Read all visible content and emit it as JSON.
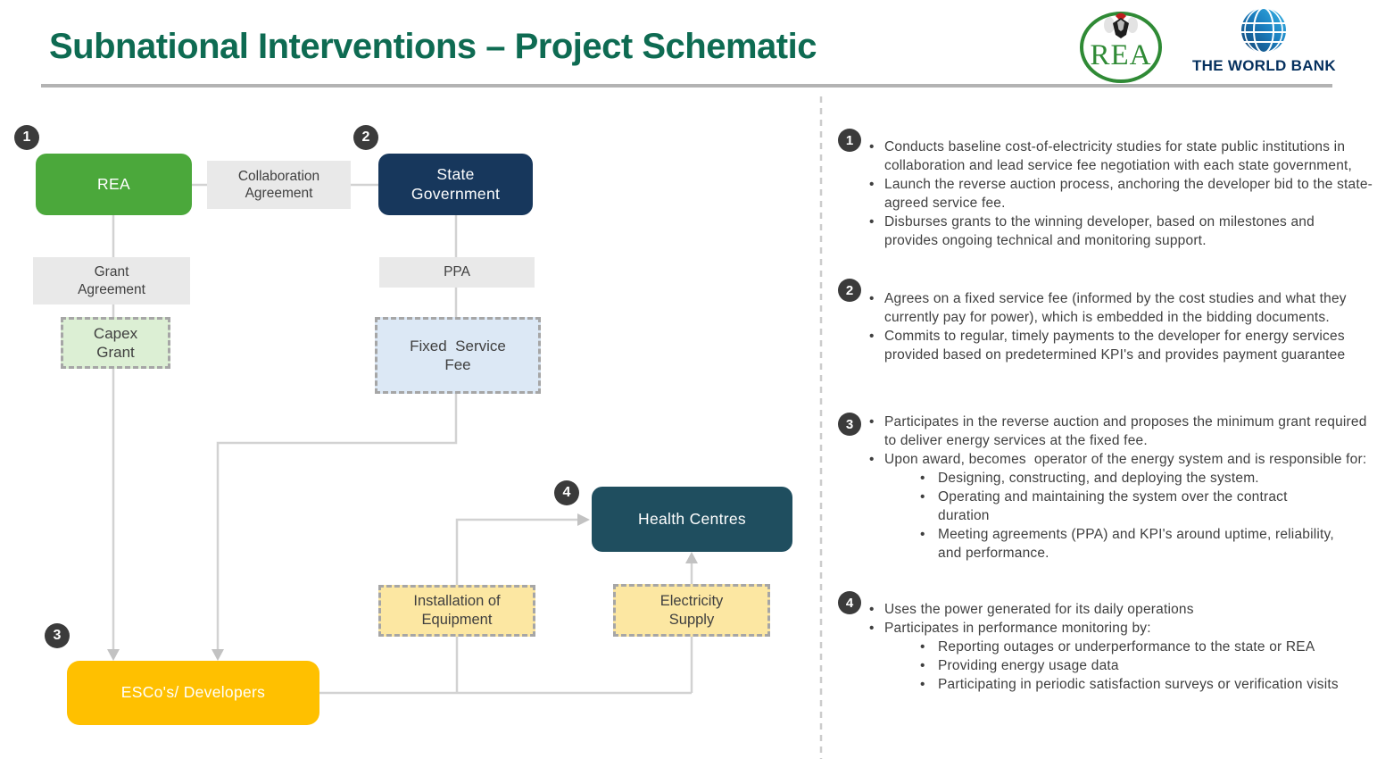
{
  "colors": {
    "title": "#0E6B52",
    "text": "#3F3F3F",
    "rea_box": "#4BA83B",
    "state_government_box": "#17375C",
    "health_centres_box": "#1F4E5F",
    "escos_box": "#FFC000",
    "label_box": "#E9E9E9",
    "capex_fill": "#DCEFD4",
    "fixed_service_fee_fill": "#DCE8F5",
    "supply_fill": "#FCE7A2",
    "dashed_border": "#A6A6A6",
    "connector": "#D2D2D2",
    "arrow": "#C2C2C2",
    "divider": "#CCCCCC",
    "badge": "#3B3B3B",
    "wb_blue": "#05305E"
  },
  "header": {
    "title": "Subnational Interventions – Project Schematic",
    "rea_logo_text": "REA",
    "world_bank_text": "THE WORLD BANK"
  },
  "diagram": {
    "badges": {
      "one": "1",
      "two": "2",
      "three": "3",
      "four": "4"
    },
    "nodes": {
      "rea": "REA",
      "collaboration_agreement": "Collaboration Agreement",
      "state_government": "State Government",
      "grant_agreement": "Grant Agreement",
      "capex_grant": "Capex Grant",
      "ppa": "PPA",
      "fixed_service_fee": "Fixed  Service Fee",
      "escos_developers": "ESCo's/ Developers",
      "installation_of_equipment": "Installation of Equipment",
      "electricity_supply": "Electricity Supply",
      "health_centres": "Health Centres"
    }
  },
  "notes": {
    "sections": [
      {
        "badge": "1",
        "items": [
          {
            "text": "Conducts baseline cost-of-electricity studies for state public institutions in collaboration and lead service fee negotiation with each state government,"
          },
          {
            "text": "Launch the reverse auction process, anchoring the developer bid to the state-agreed service fee."
          },
          {
            "text": "Disburses grants to the winning developer, based on milestones and  provides ongoing technical and monitoring support."
          }
        ]
      },
      {
        "badge": "2",
        "items": [
          {
            "text": "Agrees on a fixed service fee (informed by the cost studies and what they currently pay for power), which is embedded in the bidding documents."
          },
          {
            "text": "Commits to regular, timely payments to the developer for energy services provided based on predetermined KPI's and provides payment guarantee"
          }
        ]
      },
      {
        "badge": "3",
        "items": [
          {
            "text": "Participates in the reverse auction and proposes the minimum grant required to deliver energy services at the fixed fee."
          },
          {
            "text": "Upon award, becomes  operator of the energy system and is responsible for:",
            "sub": [
              "Designing, constructing, and deploying the system.",
              "Operating and maintaining the system over the contract duration",
              "Meeting agreements (PPA) and KPI's around uptime, reliability, and performance."
            ]
          }
        ]
      },
      {
        "badge": "4",
        "items": [
          {
            "text": "Uses the power generated for its daily operations"
          },
          {
            "text": "Participates in performance monitoring by:",
            "sub": [
              "Reporting outages or underperformance to the state or REA",
              "Providing energy usage data",
              "Participating in periodic satisfaction surveys or verification visits"
            ]
          }
        ]
      }
    ]
  }
}
